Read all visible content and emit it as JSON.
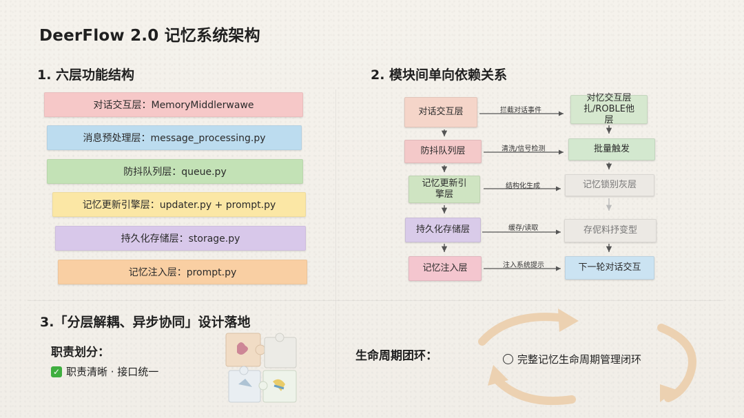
{
  "title": "DeerFlow 2.0 记忆系统架构",
  "section1": {
    "heading": "1. 六层功能结构",
    "layers": [
      {
        "label": "对话交互层：MemoryMiddlerwawe",
        "color": "#f6c8c8"
      },
      {
        "label": "消息预处理层：message_processing.py",
        "color": "#bcdcef"
      },
      {
        "label": "防抖队列层：queue.py",
        "color": "#c3e2b6"
      },
      {
        "label": "记忆更新引擎层：updater.py + prompt.py",
        "color": "#fbe7a5"
      },
      {
        "label": "持久化存储层：storage.py",
        "color": "#d8c8ea"
      },
      {
        "label": "记忆注入层：prompt.py",
        "color": "#f9cfa3"
      }
    ]
  },
  "section2": {
    "heading": "2. 模块间单向依赖关系",
    "left_nodes": [
      "对话交互层",
      "防抖队列层",
      "记忆更新引擎层",
      "持久化存储层",
      "记忆注入层"
    ],
    "edge_labels": [
      "拦截对话事件",
      "清洗/信号检测",
      "结构化生成",
      "缓存/读取",
      "注入系统提示"
    ],
    "right_nodes": [
      "对忆交互层 扎/ROBLE他层",
      "批量触发",
      "记忆锁别灰层",
      "存伲料抒变型",
      "下一轮对话交互"
    ]
  },
  "section3": {
    "heading": "3.「分层解耦、异步协同」设计落地",
    "duty_title": "职责划分：",
    "duty_items": "职责清晰 · 接口统一",
    "lifecycle_title": "生命周期团环：",
    "cycle_text": "完整记忆生命周期管理闭环"
  },
  "colors": {
    "arrow": "#e8c9a6",
    "flow_arrow": "#555555"
  }
}
